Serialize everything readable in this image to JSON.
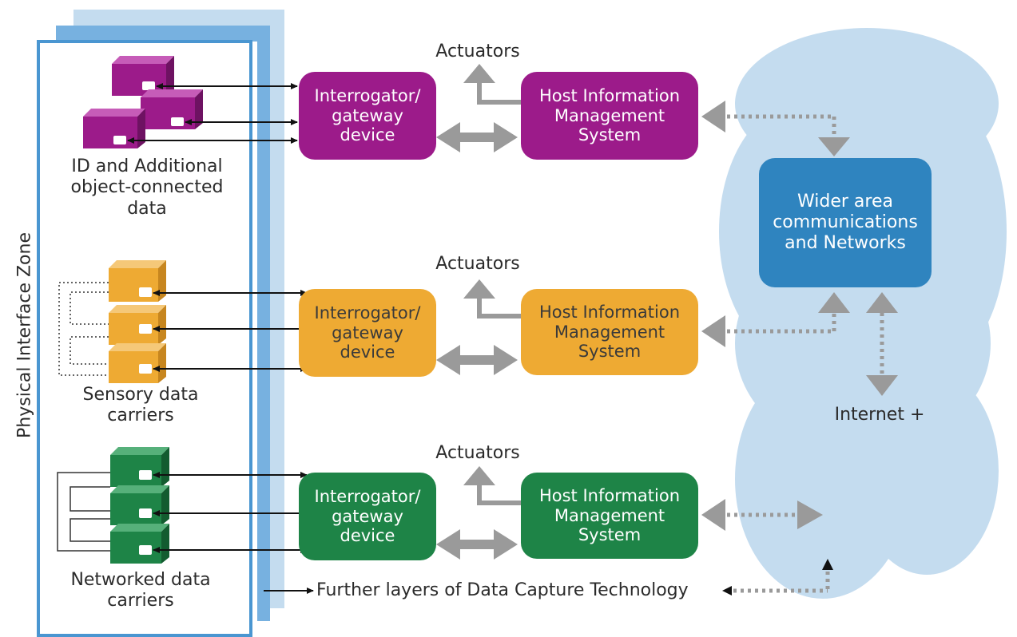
{
  "zone_label": "Physical Interface Zone",
  "rows": [
    {
      "carrier_label_lines": [
        "ID and Additional",
        "object-connected",
        "data"
      ],
      "gateway": "Interrogator/\ngateway\ndevice",
      "host": "Host Information\nManagement\nSystem",
      "actuators": "Actuators",
      "color": "#9c1b8a"
    },
    {
      "carrier_label_lines": [
        "Sensory data",
        "carriers"
      ],
      "gateway": "Interrogator/\ngateway\ndevice",
      "host": "Host Information\nManagement\nSystem",
      "actuators": "Actuators",
      "color": "#eeaa33"
    },
    {
      "carrier_label_lines": [
        "Networked data",
        "carriers"
      ],
      "gateway": "Interrogator/\ngateway\ndevice",
      "host": "Host Information\nManagement\nSystem",
      "actuators": "Actuators",
      "color": "#1e8447"
    }
  ],
  "network_box": "Wider area\ncommunications\nand Networks",
  "internet_label": "Internet +",
  "further_layers": "Further layers of Data Capture Technology",
  "colors": {
    "cloud": "#c4dcef",
    "network_box": "#2f84bf",
    "panel_border": "#4a96d1",
    "arrow_gray": "#9a9a9a"
  }
}
